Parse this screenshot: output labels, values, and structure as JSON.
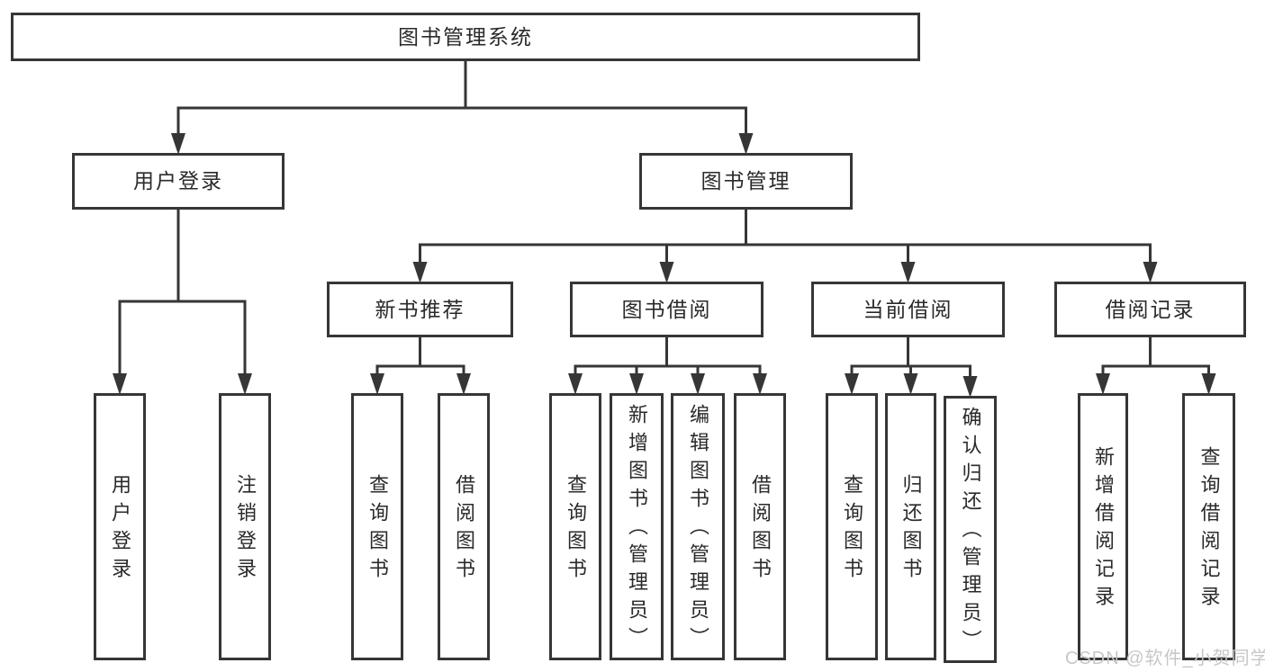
{
  "diagram": {
    "tree": {
      "id": "root",
      "label": "图书管理系统",
      "children": [
        {
          "id": "user-login",
          "label": "用户登录",
          "children": [
            {
              "id": "user-login-leaf",
              "label": "用户登录"
            },
            {
              "id": "logout-leaf",
              "label": "注销登录"
            }
          ]
        },
        {
          "id": "book-mgmt",
          "label": "图书管理",
          "children": [
            {
              "id": "new-book-rec",
              "label": "新书推荐",
              "children": [
                {
                  "id": "nbr-query-books",
                  "label": "查询图书"
                },
                {
                  "id": "nbr-borrow-books",
                  "label": "借阅图书"
                }
              ]
            },
            {
              "id": "book-borrow",
              "label": "图书借阅",
              "children": [
                {
                  "id": "bb-query-books",
                  "label": "查询图书"
                },
                {
                  "id": "bb-add-books",
                  "label": "新增图书（管理员）"
                },
                {
                  "id": "bb-edit-books",
                  "label": "编辑图书（管理员）"
                },
                {
                  "id": "bb-borrow-books",
                  "label": "借阅图书"
                }
              ]
            },
            {
              "id": "current-borrow",
              "label": "当前借阅",
              "children": [
                {
                  "id": "cb-query-books",
                  "label": "查询图书"
                },
                {
                  "id": "cb-return-books",
                  "label": "归还图书"
                },
                {
                  "id": "cb-confirm-return",
                  "label": "确认归还（管理员）"
                }
              ]
            },
            {
              "id": "borrow-records",
              "label": "借阅记录",
              "children": [
                {
                  "id": "br-add-record",
                  "label": "新增借阅记录"
                },
                {
                  "id": "br-query-record",
                  "label": "查询借阅记录"
                }
              ]
            }
          ]
        }
      ]
    }
  },
  "watermark": {
    "text": "CSDN @软件_小贺同学"
  },
  "colors": {
    "line": "#363636",
    "text": "#2a2a2a",
    "background": "#ffffff",
    "watermark": "#c7c7c7"
  }
}
